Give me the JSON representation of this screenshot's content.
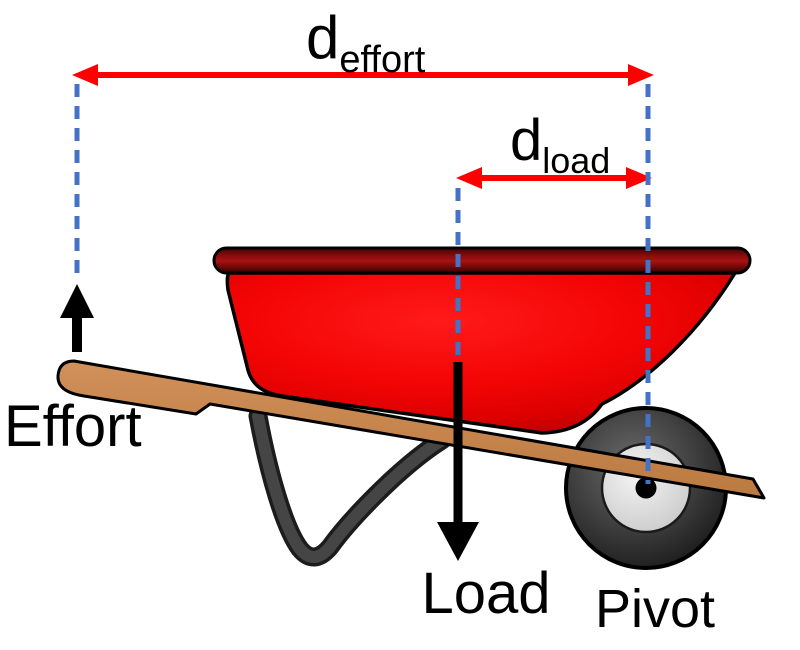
{
  "diagram": {
    "labels": {
      "d_effort_main": "d",
      "d_effort_sub": "effort",
      "d_load_main": "d",
      "d_load_sub": "load",
      "effort": "Effort",
      "load": "Load",
      "pivot": "Pivot"
    },
    "colors": {
      "distance_arrow_red": "#ff0000",
      "guide_dashed_blue": "#4472c4",
      "force_arrow_black": "#000000",
      "tub_red": "#ee0000",
      "rim_dark_red": "#8b0f0f",
      "handle_brown": "#c7854b",
      "frame_gray": "#454545",
      "tire_gray": "#3c3c3c",
      "hub_gray": "#d9d9d9",
      "background": "#ffffff"
    }
  }
}
